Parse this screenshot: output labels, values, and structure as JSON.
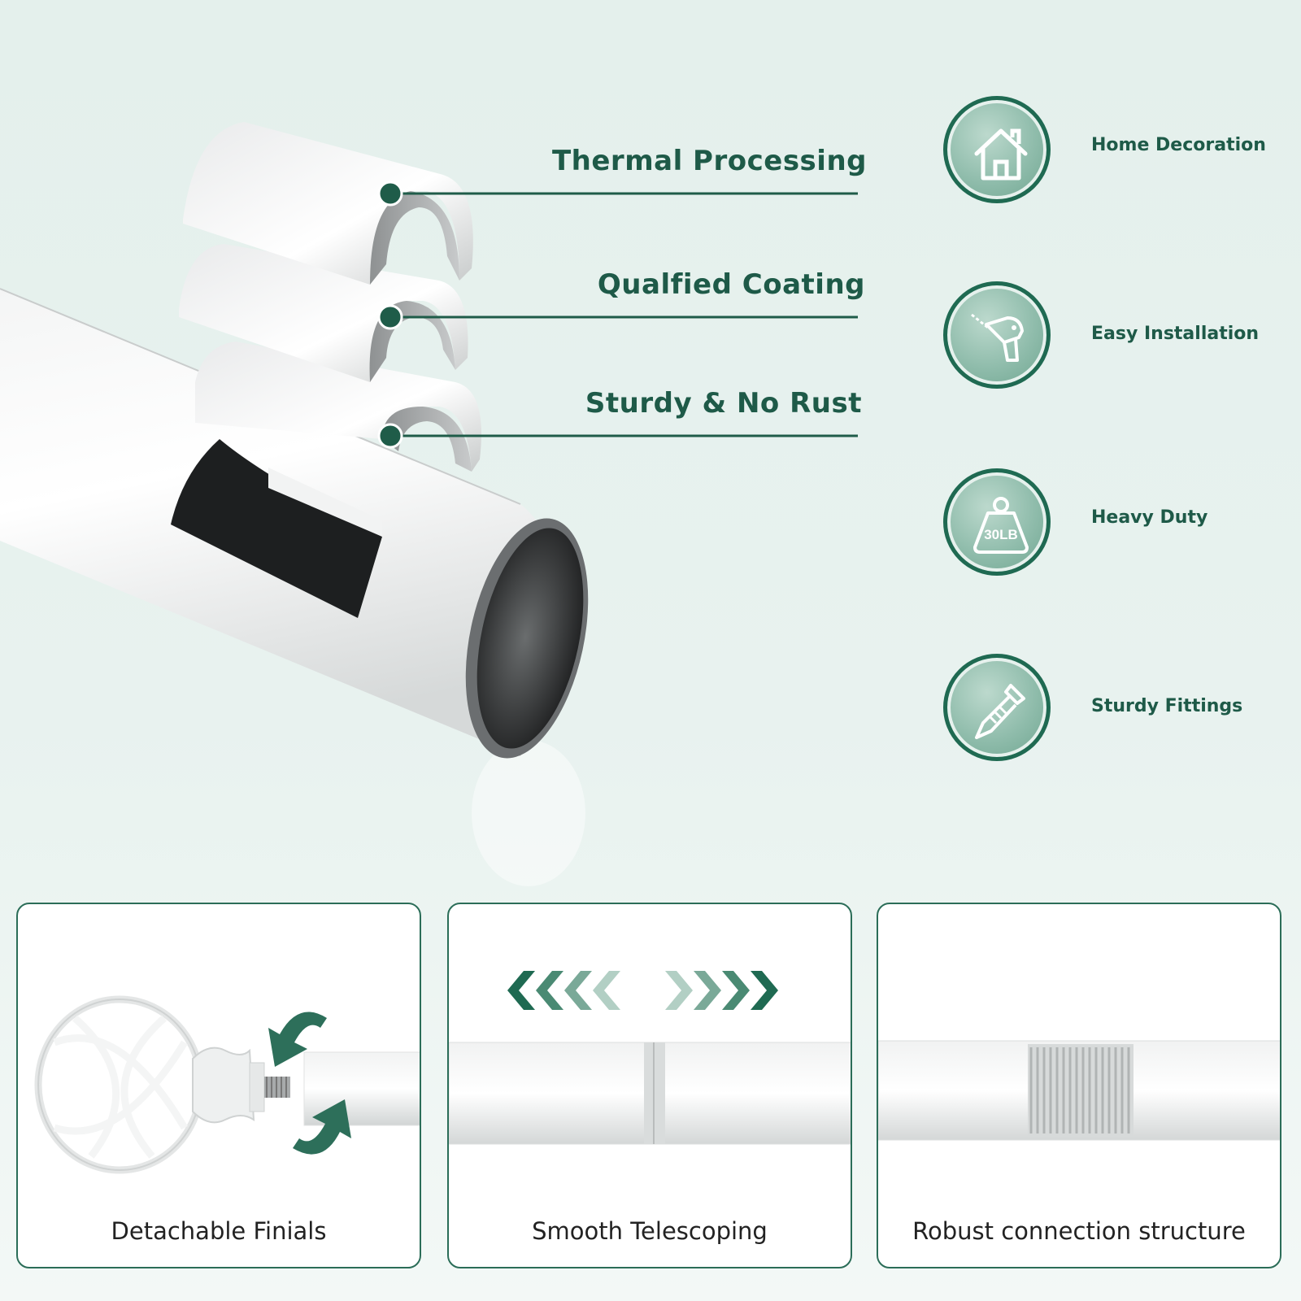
{
  "callouts": [
    {
      "label": "Thermal Processing"
    },
    {
      "label": "Qualfied Coating"
    },
    {
      "label": "Sturdy & No Rust"
    }
  ],
  "features": [
    {
      "label": "Home Decoration",
      "icon": "house-icon"
    },
    {
      "label": "Easy Installation",
      "icon": "drill-icon"
    },
    {
      "label": "Heavy Duty",
      "icon": "weight-icon",
      "badge": "30LB"
    },
    {
      "label": "Sturdy Fittings",
      "icon": "screw-icon"
    }
  ],
  "panels": [
    {
      "caption": "Detachable Finials"
    },
    {
      "caption": "Smooth Telescoping"
    },
    {
      "caption": "Robust connection structure"
    }
  ],
  "colors": {
    "accent": "#1f6a52",
    "text": "#1e5a48"
  }
}
